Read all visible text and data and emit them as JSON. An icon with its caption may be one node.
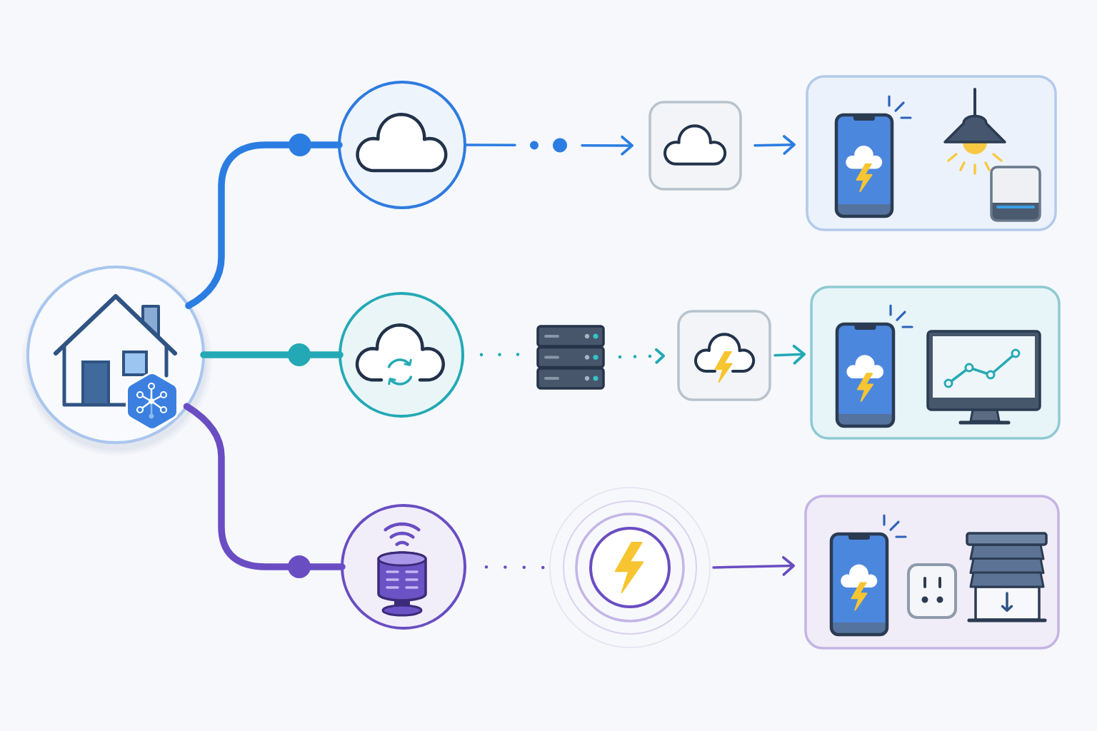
{
  "diagram": {
    "nodes": [
      {
        "text": [],
        "shape": "circle"
      },
      {
        "text": [],
        "shape": "circle"
      },
      {
        "text": [],
        "shape": "box"
      },
      {
        "text": [],
        "shape": "box"
      },
      {
        "text": [],
        "shape": "circle"
      },
      {
        "text": [],
        "shape": "picture"
      },
      {
        "text": [],
        "shape": "box"
      },
      {
        "text": [],
        "shape": "box"
      },
      {
        "text": [],
        "shape": "circle"
      },
      {
        "text": [],
        "shape": "circle"
      },
      {
        "text": [],
        "shape": "box"
      }
    ],
    "edges": [
      {
        "from": 0,
        "to": 1,
        "arrow": "none",
        "style": "thick",
        "color": "#2b7de1"
      },
      {
        "from": 1,
        "to": 2,
        "arrow": "to",
        "style": "dashed",
        "color": "#2b7de1"
      },
      {
        "from": 2,
        "to": 3,
        "arrow": "to",
        "color": "#2b7de1"
      },
      {
        "from": 0,
        "to": 4,
        "arrow": "none",
        "style": "thick",
        "color": "#23a9b5"
      },
      {
        "from": 4,
        "to": 5,
        "arrow": "none",
        "style": "dashed",
        "color": "#23a9b5"
      },
      {
        "from": 5,
        "to": 6,
        "arrow": "to",
        "style": "dashed",
        "color": "#23a9b5"
      },
      {
        "from": 6,
        "to": 7,
        "arrow": "to",
        "color": "#23a9b5"
      },
      {
        "from": 0,
        "to": 8,
        "arrow": "none",
        "style": "thick",
        "color": "#6a4dc2"
      },
      {
        "from": 8,
        "to": 9,
        "arrow": "none",
        "style": "dashed",
        "color": "#6a4dc2"
      },
      {
        "from": 9,
        "to": 10,
        "arrow": "to",
        "color": "#6a4dc2"
      }
    ]
  }
}
